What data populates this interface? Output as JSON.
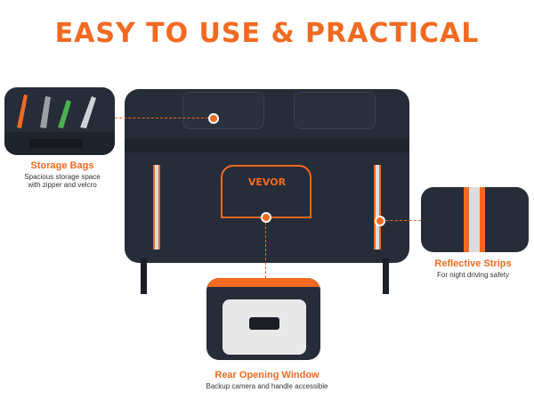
{
  "headline": "EASY TO USE & PRACTICAL",
  "brand_logo": "VEVOR",
  "callouts": {
    "storage": {
      "title": "Storage Bags",
      "desc": "Spacious storage space\nwith zipper and velcro"
    },
    "reflective": {
      "title": "Reflective Strips",
      "desc": "For night driving safety"
    },
    "rear_window": {
      "title": "Rear Opening Window",
      "desc": "Backup camera and handle accessible"
    }
  },
  "colors": {
    "accent": "#f26a21",
    "cover": "#262c38",
    "reflective": "#dcdcdc"
  }
}
